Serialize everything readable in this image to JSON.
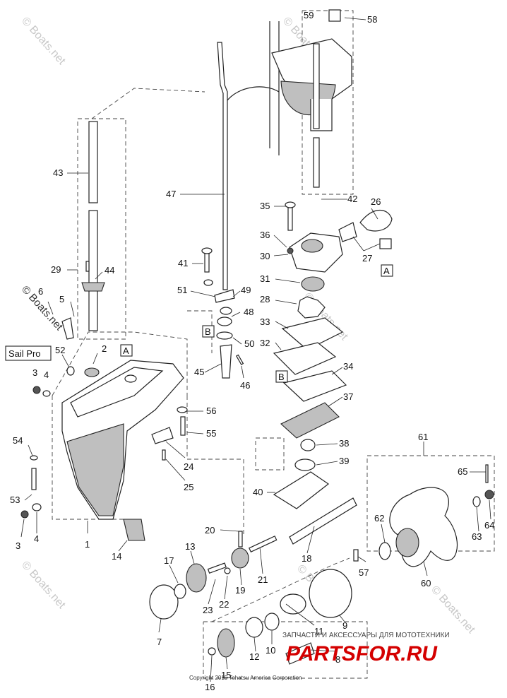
{
  "watermarks": [
    "© Boats.net",
    "© Boats.net",
    "© Boats.net",
    "© Boats.net",
    "© Boats.net",
    "© Boats.net",
    "© Boats.net"
  ],
  "sail_pro_label": "Sail Pro",
  "ref_boxes": {
    "a1": "A",
    "a2": "A",
    "b1": "B",
    "b2": "B"
  },
  "callouts": {
    "c1": "1",
    "c2": "2",
    "c3a": "3",
    "c3b": "3",
    "c4a": "4",
    "c4b": "4",
    "c5": "5",
    "c6": "6",
    "c7": "7",
    "c8": "8",
    "c9": "9",
    "c10": "10",
    "c11": "11",
    "c12": "12",
    "c13": "13",
    "c14": "14",
    "c15": "15",
    "c16": "16",
    "c17": "17",
    "c18": "18",
    "c19": "19",
    "c20": "20",
    "c21": "21",
    "c22": "22",
    "c23": "23",
    "c24": "24",
    "c25": "25",
    "c26": "26",
    "c27": "27",
    "c28": "28",
    "c29": "29",
    "c30": "30",
    "c31": "31",
    "c32": "32",
    "c33": "33",
    "c34": "34",
    "c35": "35",
    "c36": "36",
    "c37": "37",
    "c38": "38",
    "c39": "39",
    "c40": "40",
    "c41": "41",
    "c42": "42",
    "c43": "43",
    "c44": "44",
    "c45": "45",
    "c46": "46",
    "c47": "47",
    "c48": "48",
    "c49": "49",
    "c50": "50",
    "c51": "51",
    "c52": "52",
    "c53": "53",
    "c54": "54",
    "c55": "55",
    "c56": "56",
    "c57": "57",
    "c58": "58",
    "c59": "59",
    "c60": "60",
    "c61": "61",
    "c62": "62",
    "c63": "63",
    "c64": "64",
    "c65": "65"
  },
  "brand": {
    "tagline": "ЗАПЧАСТИ И АКСЕССУАРЫ ДЛЯ МОТОТЕХНИКИ",
    "logo": "PARTSFOR.RU"
  },
  "copyright": "Copyright 2015 Tohatsu America Corporation"
}
